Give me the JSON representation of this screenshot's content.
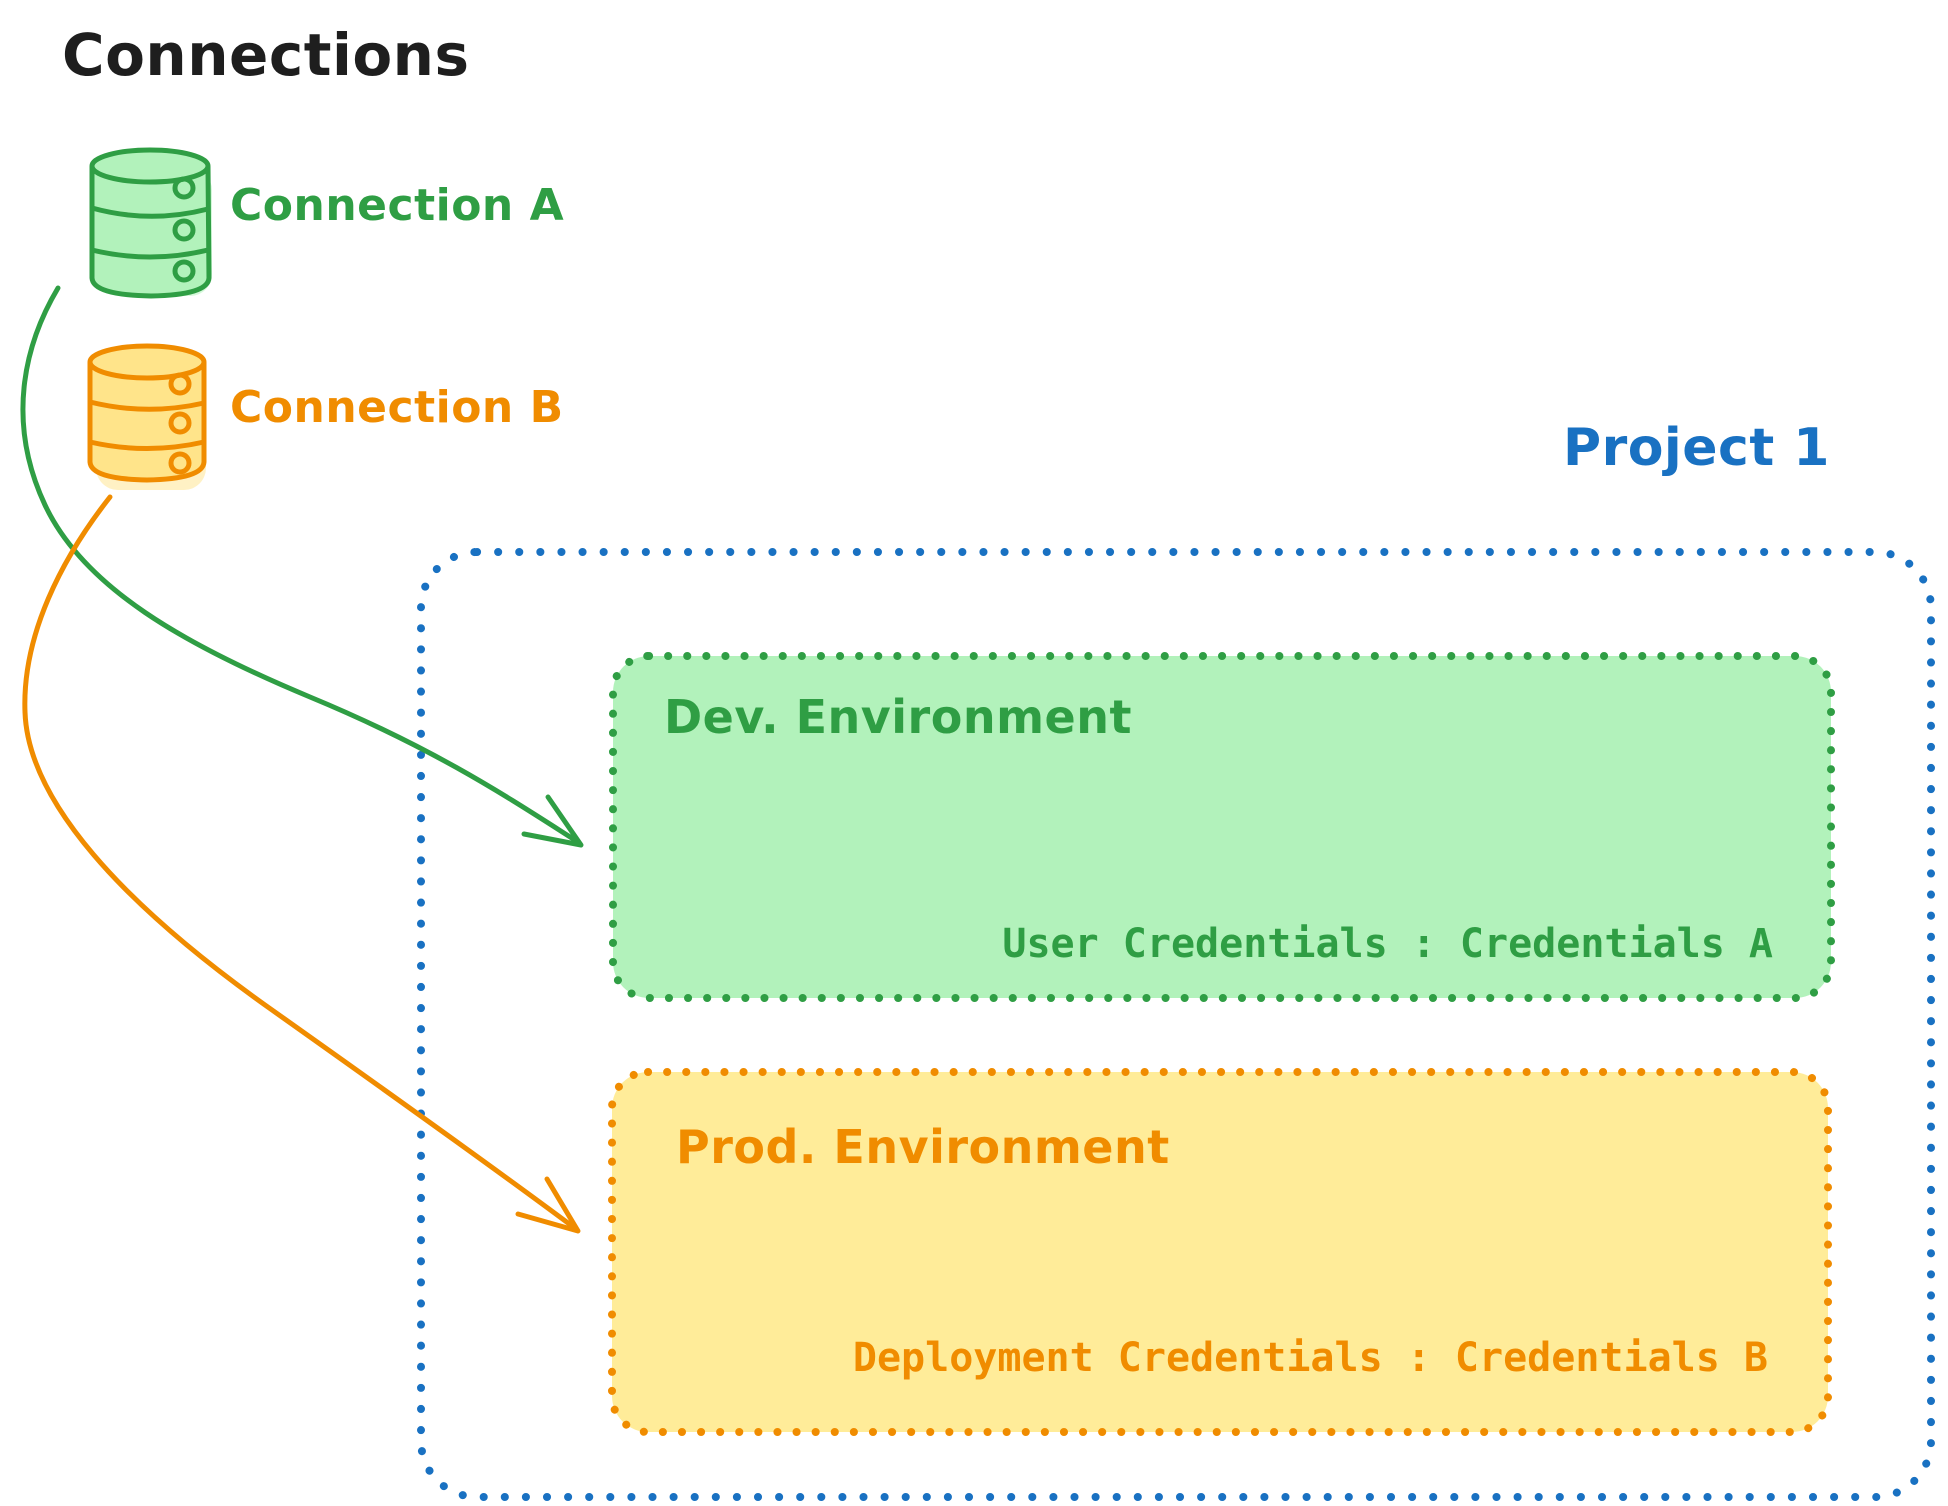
{
  "title": {
    "text": "Connections",
    "color": "#1e1e1e"
  },
  "connections": [
    {
      "label": "Connection A",
      "color": "#2f9e44",
      "fill": "#b2f2bb",
      "icon": "database-cylinder-icon"
    },
    {
      "label": "Connection B",
      "color": "#f08c00",
      "fill": "#ffe48a",
      "icon": "database-cylinder-icon"
    }
  ],
  "project": {
    "label": "Project 1",
    "color": "#1971c2",
    "environments": [
      {
        "name": "Dev. Environment",
        "credentials": "User Credentials : Credentials A",
        "color": "#2f9e44",
        "fill": "#b2f2bb"
      },
      {
        "name": "Prod. Environment",
        "credentials": "Deployment Credentials : Credentials B",
        "color": "#f08c00",
        "fill": "#ffec99"
      }
    ]
  },
  "arrows": [
    {
      "from": "Connection A",
      "to": "Dev. Environment"
    },
    {
      "from": "Connection B",
      "to": "Prod. Environment"
    }
  ]
}
